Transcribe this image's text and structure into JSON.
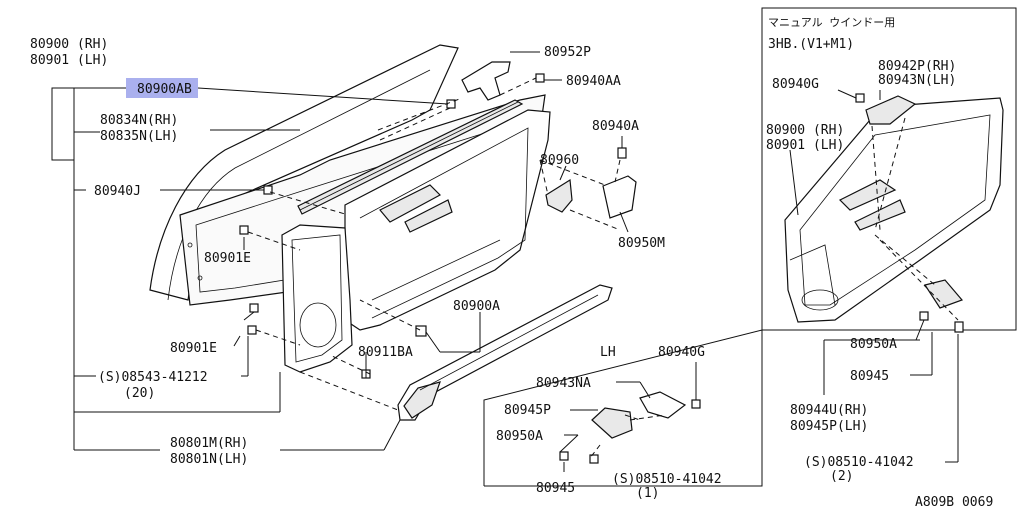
{
  "diagram_id": "A809B 0069",
  "highlight_color": "#aab0ee",
  "labels": {
    "door_rh": "80900 (RH)",
    "door_lh": "80901 (LH)",
    "trim_ab": "80900AB",
    "seal_rh": "80834N(RH)",
    "seal_lh": "80835N(LH)",
    "clip_j": "80940J",
    "clip_e1": "80901E",
    "clip_e2": "80901E",
    "screw_s": "(S)08543-41212",
    "screw_s_qty": "(20)",
    "panel_rh": "80801M(RH)",
    "panel_lh": "80801N(LH)",
    "bracket_p": "80952P",
    "clip_aa": "80940AA",
    "clip_a": "80940A",
    "handle_60": "80960",
    "pocket_m": "80950M",
    "trim_a": "80900A",
    "bolt_ba": "80911BA",
    "lh_title": "LH",
    "lh_clip_g": "80940G",
    "lh_na": "80943NA",
    "lh_p": "80945P",
    "lh_50a": "80950A",
    "lh_45": "80945",
    "lh_screw": "(S)08510-41042",
    "lh_screw_qty": "(1)",
    "inset_title1": "マニュアル ウインドー用",
    "inset_title2": "3HB.(V1+M1)",
    "inset_g": "80940G",
    "inset_42p": "80942P(RH)",
    "inset_43n": "80943N(LH)",
    "inset_door_rh": "80900 (RH)",
    "inset_door_lh": "80901 (LH)",
    "inset_50a": "80950A",
    "inset_45": "80945",
    "inset_44u": "80944U(RH)",
    "inset_45p": "80945P(LH)",
    "inset_screw": "(S)08510-41042",
    "inset_screw_qty": "(2)"
  }
}
